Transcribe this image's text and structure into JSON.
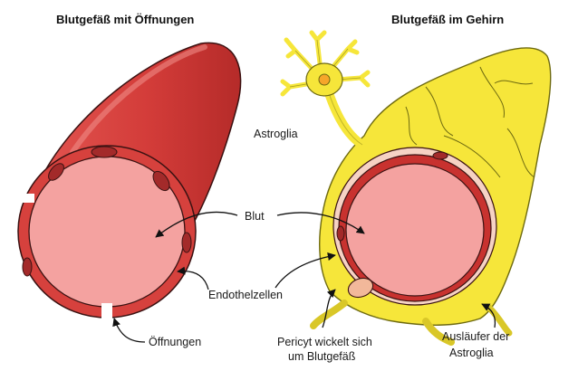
{
  "titles": {
    "left": "Blutgefäß mit Öffnungen",
    "right": "Blutgefäß im Gehirn"
  },
  "labels": {
    "astroglia": "Astroglia",
    "blut": "Blut",
    "endothelzellen": "Endothelzellen",
    "oeffnungen": "Öffnungen",
    "pericyt_line1": "Pericyt wickelt sich",
    "pericyt_line2": "um Blutgefäß",
    "auslaeufer_line1": "Ausläufer der",
    "auslaeufer_line2": "Astroglia"
  },
  "colors": {
    "vessel_dark": "#c8322f",
    "vessel_outer": "#d94643",
    "vessel_highlight": "#e76a66",
    "lumen": "#f4a2a0",
    "endothelial_cell": "#a32a2a",
    "glia": "#f6e63a",
    "glia_edge": "#6e6a10",
    "astrocyte_body": "#f6c93a",
    "pericyte": "#f2b89a",
    "outline": "#2b1010"
  }
}
